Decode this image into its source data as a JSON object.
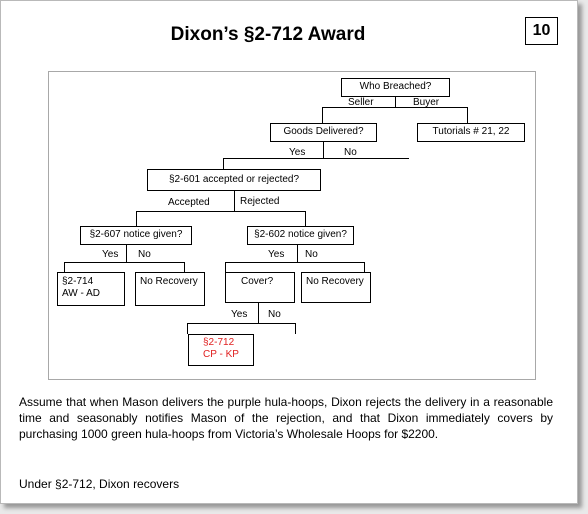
{
  "slide": {
    "title": "Dixon’s §2-712 Award",
    "page_number": "10"
  },
  "flowchart": {
    "who_breached": "Who Breached?",
    "seller": "Seller",
    "buyer": "Buyer",
    "goods_delivered": "Goods Delivered?",
    "tutorials": "Tutorials # 21, 22",
    "gd_yes": "Yes",
    "gd_no": "No",
    "accepted_or_rejected": "§2-601 accepted or rejected?",
    "accepted": "Accepted",
    "rejected": "Rejected",
    "notice_607": "§2-607 notice given?",
    "n607_yes": "Yes",
    "n607_no": "No",
    "notice_602": "§2-602 notice given?",
    "n602_yes": "Yes",
    "n602_no": "No",
    "s714_line1": "§2-714",
    "s714_line2": "AW  -  AD",
    "no_recovery_left": "No Recovery",
    "cover": "Cover?",
    "no_recovery_right": "No Recovery",
    "cover_yes": "Yes",
    "cover_no": "No",
    "s712_line1": "§2-712",
    "s712_line2": "CP  -  KP",
    "highlight_color": "#e02020"
  },
  "text": {
    "paragraph": "Assume that when Mason delivers the purple hula-hoops, Dixon rejects the delivery in a reasonable time and seasonably notifies Mason of the rejection, and that Dixon immediately covers by purchasing 1000 green hula-hoops from Victoria’s Wholesale Hoops for $2200.",
    "question": "Under §2-712, Dixon recovers"
  }
}
